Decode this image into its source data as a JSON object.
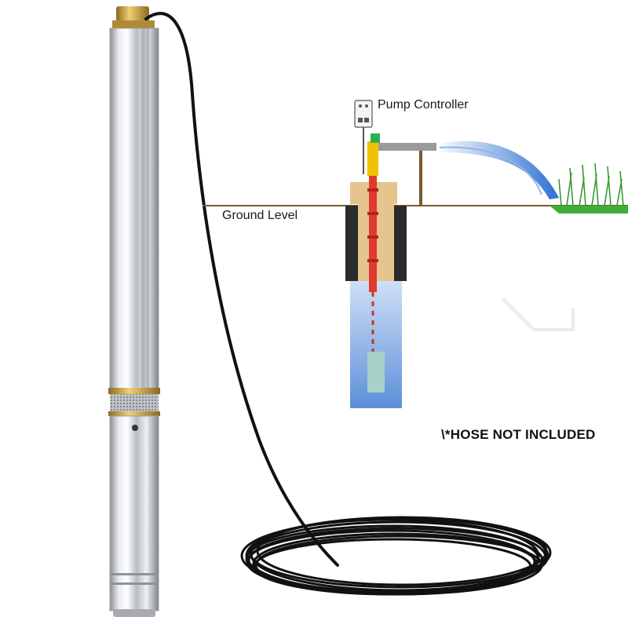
{
  "diagram": {
    "labels": {
      "pump_controller": "Pump Controller",
      "ground_level": "Ground Level"
    }
  },
  "notice": "\\*HOSE NOT INCLUDED",
  "colors": {
    "pump_steel": "#c9ccd0",
    "brass": "#c9a24a",
    "cable": "#111111",
    "well_casing": "#e6c48e",
    "well_wall": "#2b2b2b",
    "water": "#5b8fd9",
    "riser_pipe": "#e03a2f",
    "pipe_yellow": "#f2c200",
    "ground_line": "#7a5a2e",
    "grass": "#3fae3a",
    "water_spray": "#4a7fd0"
  }
}
